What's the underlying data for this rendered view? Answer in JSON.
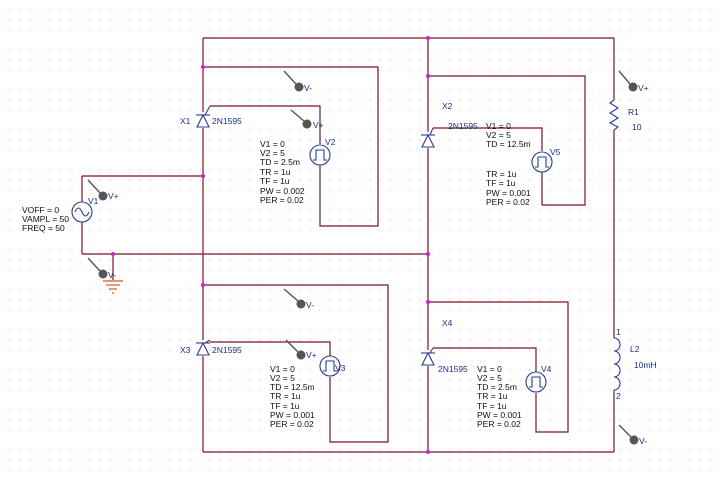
{
  "probes": {
    "v_plus": "V+",
    "v_minus": "V-"
  },
  "source_v1": {
    "ref": "V1",
    "params": [
      "VOFF = 0",
      "VAMPL = 50",
      "FREQ = 50"
    ]
  },
  "thyristors": [
    {
      "ref": "X1",
      "model": "2N1595"
    },
    {
      "ref": "X2",
      "model": "2N1595"
    },
    {
      "ref": "X3",
      "model": "2N1595"
    },
    {
      "ref": "X4",
      "model": "2N1595"
    }
  ],
  "pulse_sources": [
    {
      "ref": "V2",
      "params": [
        "V1 = 0",
        "V2 = 5",
        "TD = 2.5m",
        "TR = 1u",
        "TF = 1u",
        "PW = 0.002",
        "PER = 0.02"
      ]
    },
    {
      "ref": "V5",
      "params": [
        "V1 = 0",
        "V2 = 5",
        "TD = 12.5m",
        "TR = 1u",
        "TF = 1u",
        "PW = 0.001",
        "PER = 0.02"
      ]
    },
    {
      "ref": "V3",
      "params": [
        "V1 = 0",
        "V2 = 5",
        "TD = 12.5m",
        "TR = 1u",
        "TF = 1u",
        "PW = 0.001",
        "PER = 0.02"
      ]
    },
    {
      "ref": "V4",
      "params": [
        "V1 = 0",
        "V2 = 5",
        "TD = 2.5m",
        "TR = 1u",
        "TF = 1u",
        "PW = 0.001",
        "PER = 0.02"
      ]
    }
  ],
  "resistor_r1": {
    "ref": "R1",
    "value": "10"
  },
  "inductor_l2": {
    "ref": "L2",
    "value": "10mH",
    "pin1": "1",
    "pin2": "2"
  },
  "colors": {
    "wire": "#7a1522",
    "component": "#2b3d8f",
    "node_dot": "#d01fc9",
    "ground": "#d95a1a",
    "grid_dot": "#c9c9c9"
  }
}
